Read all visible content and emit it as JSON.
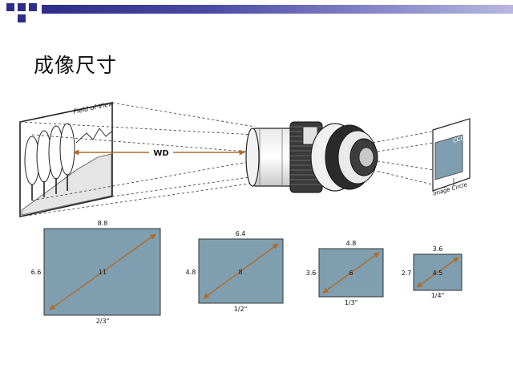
{
  "header": {
    "title": "成像尺寸"
  },
  "diagram": {
    "fov_label": "Field of View",
    "wd_label": "WD",
    "ccd_label": "CCD",
    "image_circle_label": "Image Circle",
    "colors": {
      "sensor_fill": "#7f9fb0",
      "arrow": "#b06a2a",
      "accent": "#2e2e8a"
    },
    "sensors": [
      {
        "format": "2/3\"",
        "width": "8.8",
        "height": "6.6",
        "diagonal": "11"
      },
      {
        "format": "1/2\"",
        "width": "6.4",
        "height": "4.8",
        "diagonal": "8"
      },
      {
        "format": "1/3\"",
        "width": "4.8",
        "height": "3.6",
        "diagonal": "6"
      },
      {
        "format": "1/4\"",
        "width": "3.6",
        "height": "2.7",
        "diagonal": "4.5"
      }
    ]
  }
}
